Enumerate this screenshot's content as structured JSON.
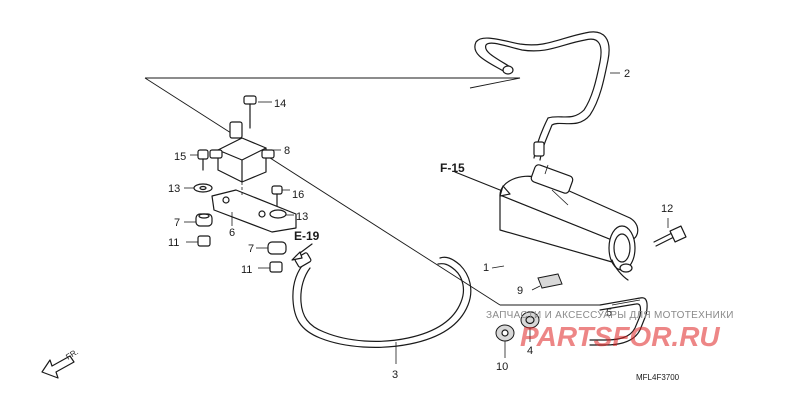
{
  "diagram": {
    "drawing_code": "MFL4F3700",
    "callouts": [
      "1",
      "2",
      "3",
      "4",
      "5",
      "6",
      "7",
      "7",
      "8",
      "9",
      "10",
      "11",
      "11",
      "12",
      "13",
      "13",
      "14",
      "15",
      "16"
    ],
    "refs": {
      "fuel": "F-15",
      "electrical": "E-19",
      "front": "FR."
    },
    "watermark": {
      "caption": "ЗАПЧАСТИ И АКСЕССУАРЫ ДЛЯ МОТОТЕХНИКИ",
      "brand": "PARTSFOR.RU"
    }
  }
}
